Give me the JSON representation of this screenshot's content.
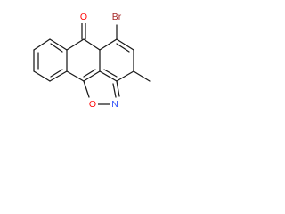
{
  "molecule": {
    "atoms": {
      "carbonyl_oxygen": {
        "label": "O",
        "color": "#ff0d0d"
      },
      "bromine": {
        "label": "Br",
        "color": "#a62929"
      },
      "ring_oxygen": {
        "label": "O",
        "color": "#ff0d0d"
      },
      "ring_nitrogen": {
        "label": "N",
        "color": "#3050f8"
      }
    },
    "bond_color": "#1a1a1a"
  }
}
